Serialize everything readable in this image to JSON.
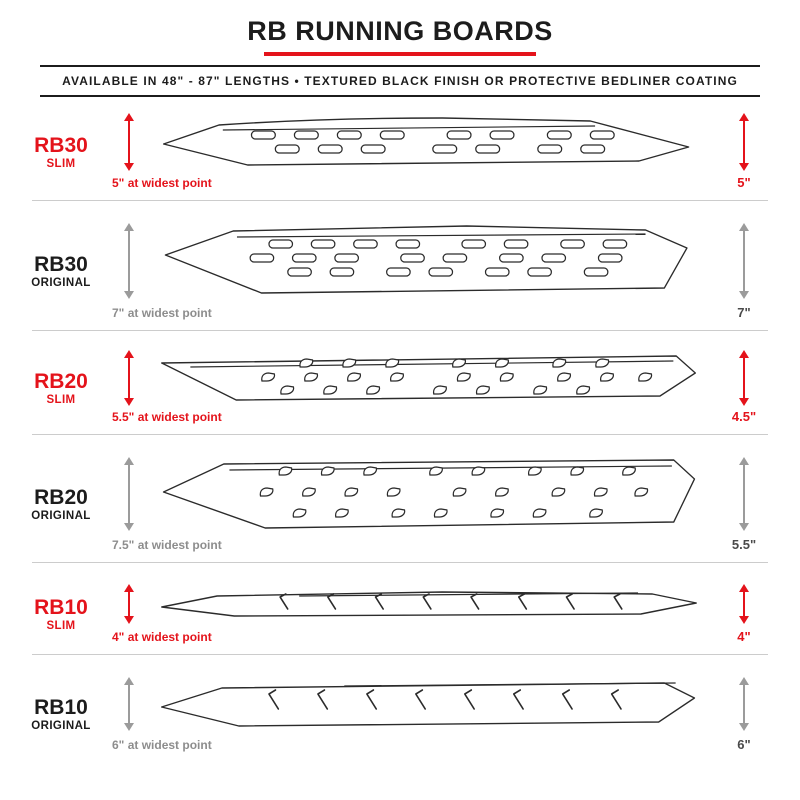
{
  "header": {
    "title": "RB RUNNING BOARDS",
    "subtitle": "AVAILABLE IN 48\" - 87\" LENGTHS   •   TEXTURED BLACK FINISH OR PROTECTIVE BEDLINER COATING"
  },
  "colors": {
    "accent": "#e4131b",
    "ink": "#1c1c1c",
    "muted": "#8d8d8d",
    "divider": "#cccccc"
  },
  "rows": [
    {
      "model": "RB30",
      "variant": "SLIM",
      "finish": "slim",
      "width_note": "5\" at widest point",
      "height_note": "5\""
    },
    {
      "model": "RB30",
      "variant": "ORIGINAL",
      "finish": "original",
      "width_note": "7\" at widest point",
      "height_note": "7\""
    },
    {
      "model": "RB20",
      "variant": "SLIM",
      "finish": "slim",
      "width_note": "5.5\" at widest point",
      "height_note": "4.5\""
    },
    {
      "model": "RB20",
      "variant": "ORIGINAL",
      "finish": "original",
      "width_note": "7.5\" at widest point",
      "height_note": "5.5\""
    },
    {
      "model": "RB10",
      "variant": "SLIM",
      "finish": "slim",
      "width_note": "4\" at widest point",
      "height_note": "4\""
    },
    {
      "model": "RB10",
      "variant": "ORIGINAL",
      "finish": "original",
      "width_note": "6\" at widest point",
      "height_note": "6\""
    }
  ]
}
